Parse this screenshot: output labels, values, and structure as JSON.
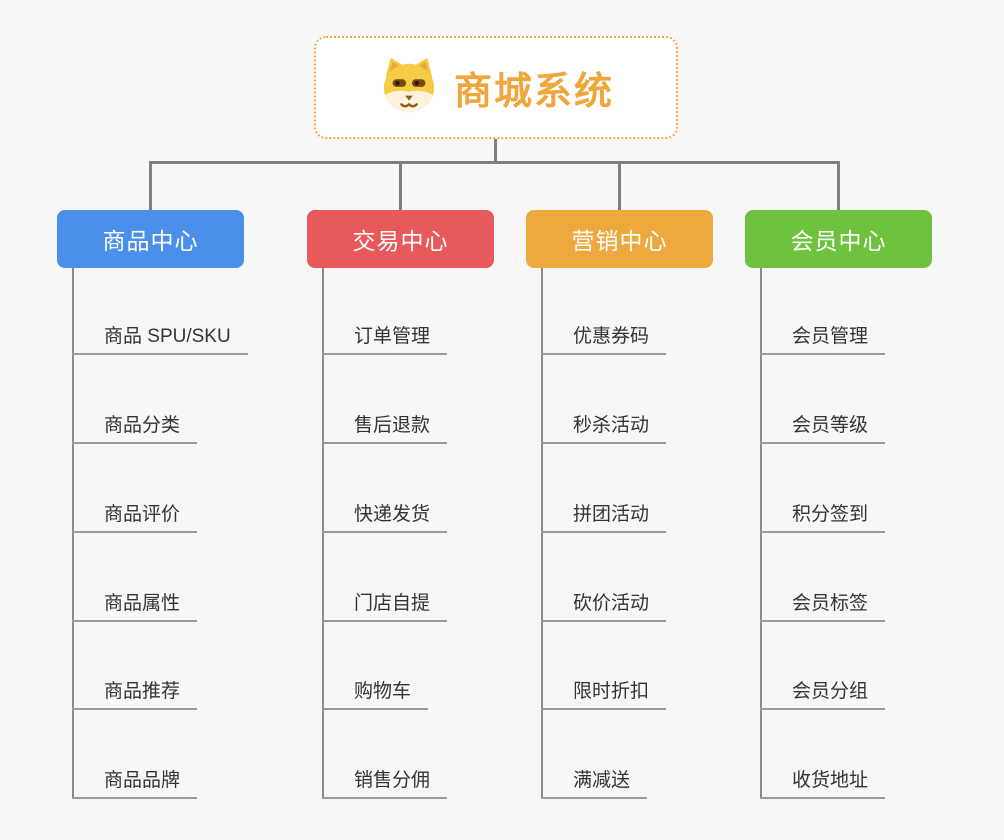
{
  "root": {
    "title": "商城系统",
    "icon": "dog-face-icon",
    "accent_color": "#F0A63C"
  },
  "colors": {
    "background": "#F7F7F7",
    "connector": "#7F7F7F",
    "leaf_line": "#999999",
    "leaf_text": "#333333"
  },
  "branches": [
    {
      "id": "product-center",
      "label": "商品中心",
      "color": "#4A8FE9",
      "items": [
        "商品 SPU/SKU",
        "商品分类",
        "商品评价",
        "商品属性",
        "商品推荐",
        "商品品牌"
      ]
    },
    {
      "id": "trade-center",
      "label": "交易中心",
      "color": "#E7595A",
      "items": [
        "订单管理",
        "售后退款",
        "快递发货",
        "门店自提",
        "购物车",
        "销售分佣"
      ]
    },
    {
      "id": "marketing-center",
      "label": "营销中心",
      "color": "#EDA93E",
      "items": [
        "优惠券码",
        "秒杀活动",
        "拼团活动",
        "砍价活动",
        "限时折扣",
        "满减送"
      ]
    },
    {
      "id": "member-center",
      "label": "会员中心",
      "color": "#6FC23E",
      "items": [
        "会员管理",
        "会员等级",
        "积分签到",
        "会员标签",
        "会员分组",
        "收货地址"
      ]
    }
  ]
}
